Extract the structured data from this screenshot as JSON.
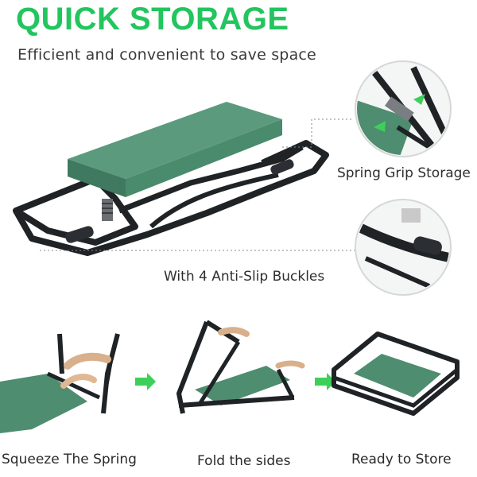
{
  "header": {
    "title": "QUICK STORAGE",
    "subtitle": "Efficient and convenient to save space"
  },
  "callouts": [
    {
      "label": "Spring Grip Storage"
    },
    {
      "label": "With 4 Anti-Slip Buckles"
    }
  ],
  "steps": [
    {
      "label": "Squeeze The Spring"
    },
    {
      "label": "Fold the sides"
    },
    {
      "label": "Ready to Store"
    }
  ],
  "colors": {
    "accent_green": "#22c55e",
    "pad_green": "#4b8a6f",
    "frame_black": "#1f2326",
    "arrow_green": "#3cd05a"
  }
}
